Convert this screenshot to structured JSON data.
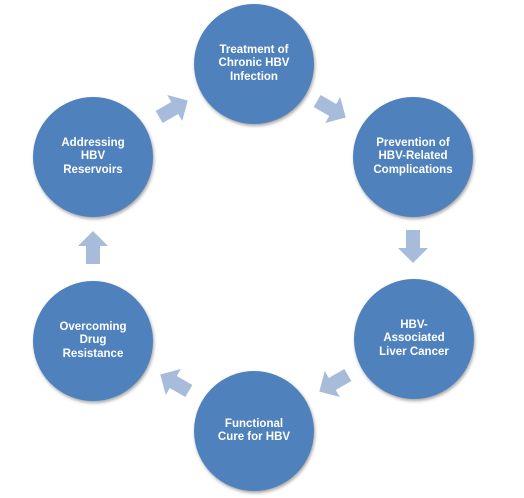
{
  "diagram": {
    "type": "cycle",
    "colors": {
      "node_fill": "#4f81bd",
      "node_text": "#ffffff",
      "arrow_fill": "#a7bbdb"
    },
    "nodes": [
      {
        "id": "treatment",
        "label": "Treatment of\nChronic HBV\nInfection"
      },
      {
        "id": "prevention",
        "label": "Prevention of\nHBV-Related\nComplications"
      },
      {
        "id": "liver-cancer",
        "label": "HBV-\nAssociated\nLiver Cancer"
      },
      {
        "id": "functional-cure",
        "label": "Functional\nCure for HBV"
      },
      {
        "id": "drug-resistance",
        "label": "Overcoming\nDrug\nResistance"
      },
      {
        "id": "reservoirs",
        "label": "Addressing\nHBV\nReservoirs"
      }
    ]
  }
}
